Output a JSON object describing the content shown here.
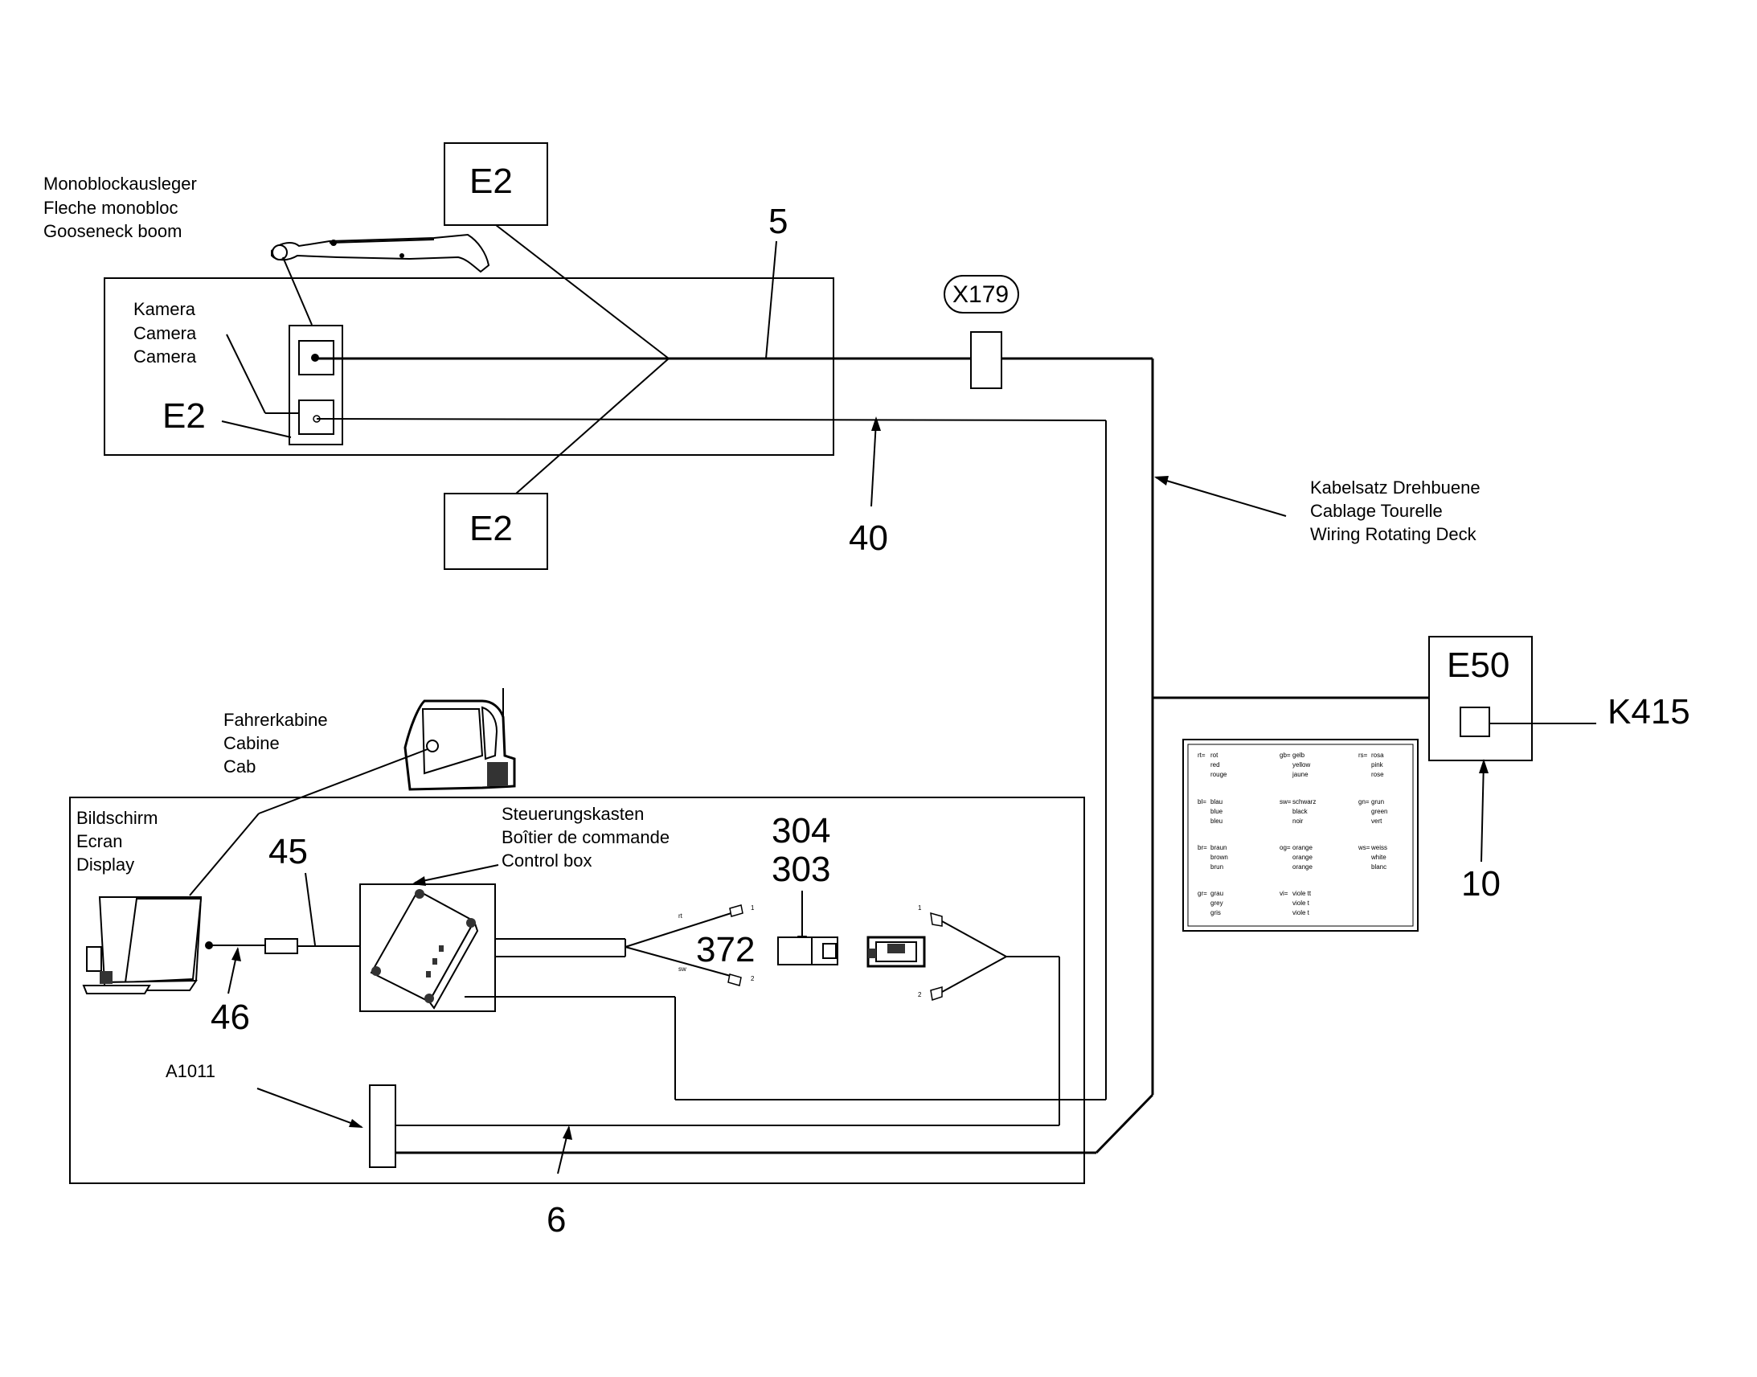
{
  "labels": {
    "gooseneck": [
      "Monoblockausleger",
      "Fleche monobloc",
      "Gooseneck boom"
    ],
    "camera": [
      "Kamera",
      "Camera",
      "Camera"
    ],
    "cab": [
      "Fahrerkabine",
      "Cabine",
      "Cab"
    ],
    "display": [
      "Bildschirm",
      "Ecran",
      "Display"
    ],
    "control_box": [
      "Steuerungskasten",
      "Boîtier de commande",
      "Control box"
    ],
    "wiring": [
      "Kabelsatz Drehbuene",
      "Cablage Tourelle",
      "Wiring Rotating Deck"
    ],
    "a1011": "A1011",
    "x179": "X179"
  },
  "refs": {
    "e2_top": "E2",
    "e2_mid": "E2",
    "e2_left": "E2",
    "e50": "E50",
    "k415": "K415",
    "n5": "5",
    "n40": "40",
    "n10": "10",
    "n45": "45",
    "n46": "46",
    "n304": "304",
    "n303": "303",
    "n372": "372",
    "n6": "6"
  },
  "color_legend": [
    [
      [
        "rt=",
        "rot",
        "red",
        "rouge"
      ],
      [
        "gb=",
        "gelb",
        "yellow",
        "jaune"
      ],
      [
        "rs=",
        "rosa",
        "pink",
        "rose"
      ]
    ],
    [
      [
        "bl=",
        "blau",
        "blue",
        "bleu"
      ],
      [
        "sw=",
        "schwarz",
        "black",
        "noir"
      ],
      [
        "gn=",
        "grun",
        "green",
        "vert"
      ]
    ],
    [
      [
        "br=",
        "braun",
        "brown",
        "brun"
      ],
      [
        "og=",
        "orange",
        "orange",
        "orange"
      ],
      [
        "ws=",
        "weiss",
        "white",
        "blanc"
      ]
    ],
    [
      [
        "gr=",
        "grau",
        "grey",
        "gris"
      ],
      [
        "vi=",
        "viole tt",
        "viole t",
        "viole t"
      ],
      [
        "",
        "",
        "",
        ""
      ]
    ]
  ],
  "connector_marks": {
    "rt": "rt",
    "sw": "sw",
    "pin1": "1",
    "pin2": "2"
  }
}
